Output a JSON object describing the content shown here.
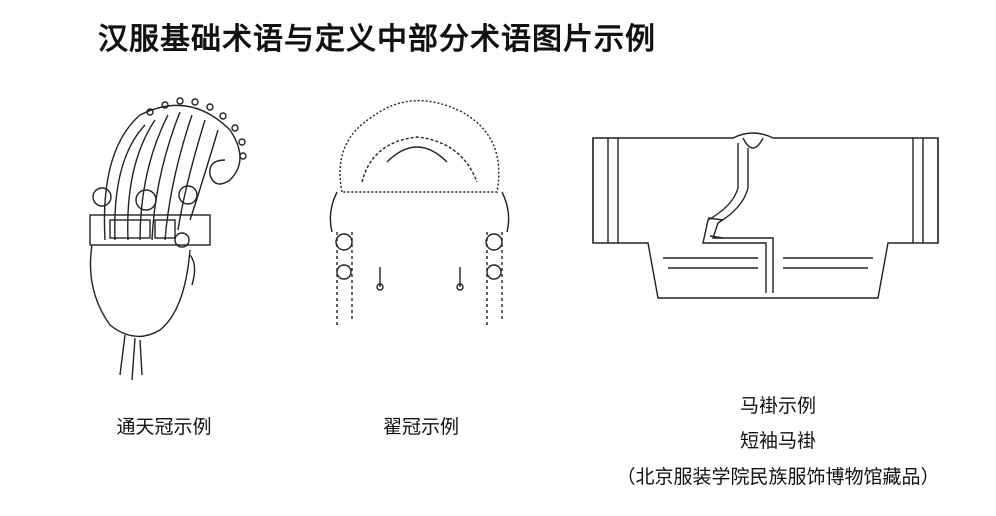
{
  "title": "汉服基础术语与定义中部分术语图片示例",
  "figures": [
    {
      "caption": "通天冠示例"
    },
    {
      "caption": "翟冠示例"
    },
    {
      "caption": "马褂示例",
      "subcaption": "短袖马褂",
      "source": "（北京服装学院民族服饰博物馆藏品）"
    }
  ]
}
